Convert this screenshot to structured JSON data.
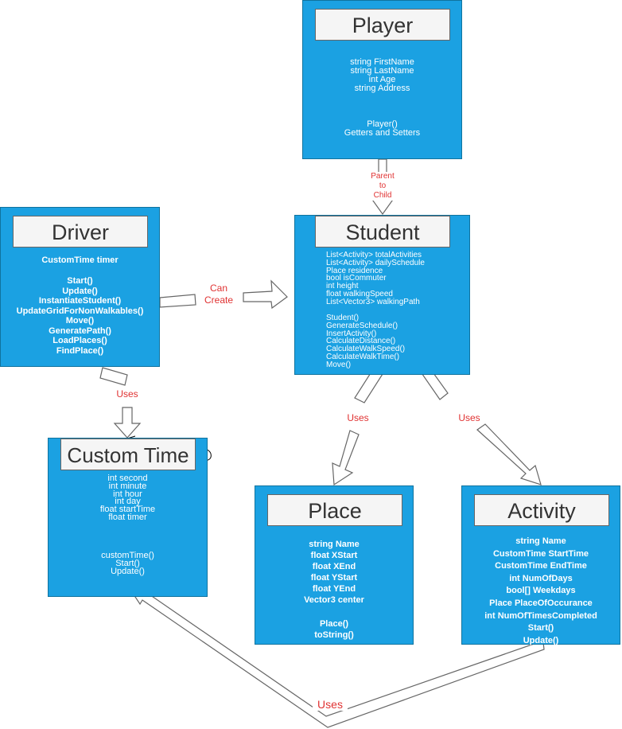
{
  "classes": {
    "player": {
      "title": "Player",
      "fields": "string FirstName\nstring LastName\nint Age\nstring Address",
      "methods": "Player()\nGetters and Setters"
    },
    "driver": {
      "title": "Driver",
      "fields": "CustomTime timer",
      "methods": "Start()\nUpdate()\nInstantiateStudent()\nUpdateGridForNonWalkables()\nMove()\nGeneratePath()\nLoadPlaces()\nFindPlace()"
    },
    "student": {
      "title": "Student",
      "fields": "List<Activity> totalActivities\nList<Activity> dailySchedule\nPlace residence\nbool isCommuter\nint height\nfloat walkingSpeed\nList<Vector3> walkingPath",
      "methods": "Student()\nGenerateSchedule()\nInsertActivity()\nCalculateDistance()\nCalculateWalkSpeed()\nCalculateWalkTime()\nMove()"
    },
    "custom_time": {
      "title": "Custom Time",
      "fields": "int second\nint minute\nint hour\nint day\nfloat startTime\nfloat timer",
      "methods": "customTime()\nStart()\nUpdate()"
    },
    "place": {
      "title": "Place",
      "fields": "string Name\nfloat XStart\nfloat XEnd\nfloat YStart\nfloat YEnd\nVector3 center",
      "methods": "Place()\ntoString()"
    },
    "activity": {
      "title": "Activity",
      "body": "string Name\nCustomTime StartTime\nCustomTime EndTime\nint NumOfDays\nbool[] Weekdays\nPlace PlaceOfOccurance\nint NumOfTimesCompleted\nStart()\nUpdate()"
    }
  },
  "relations": {
    "parent_to_child": "Parent\nto\nChild",
    "can_create": "Can\nCreate",
    "uses_driver_time": "Uses",
    "uses_student_place": "Uses",
    "uses_student_activity": "Uses",
    "uses_activity_time": "Uses"
  },
  "colors": {
    "class_fill": "#1ba1e2",
    "class_border": "#10739e",
    "title_fill": "#f5f5f5",
    "label_text": "#e03232",
    "arrow_fill": "#ffffff",
    "arrow_stroke": "#666666"
  }
}
